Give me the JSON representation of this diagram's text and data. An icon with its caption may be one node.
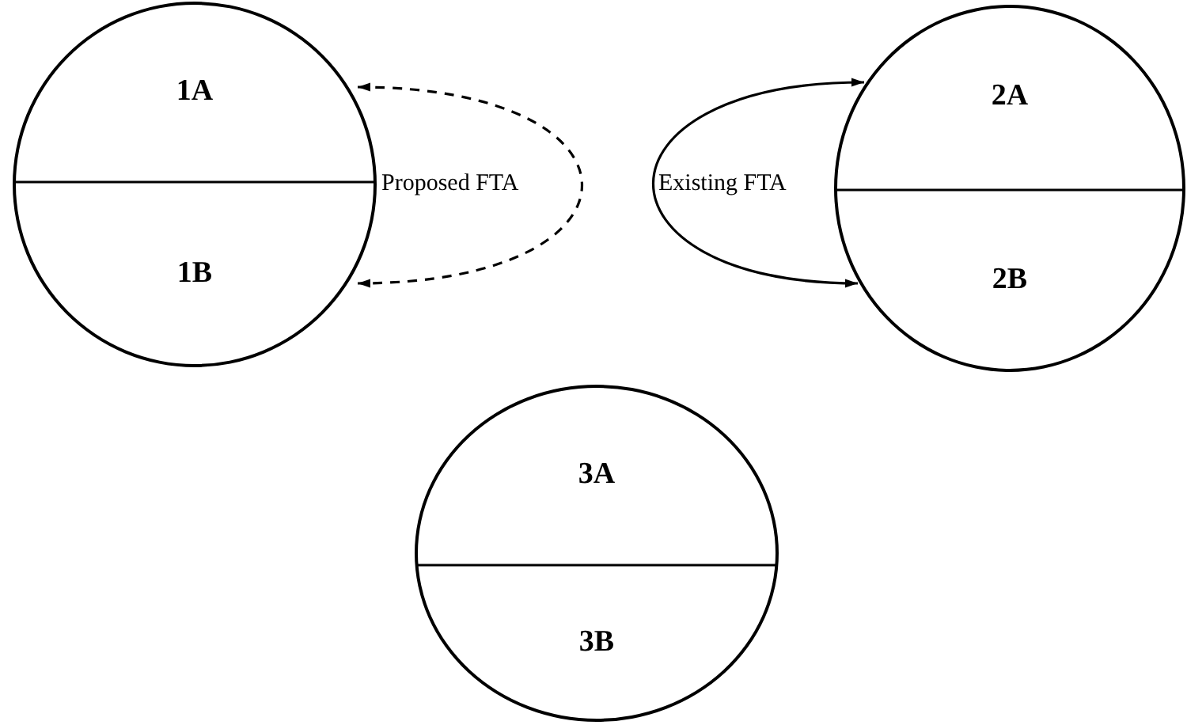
{
  "diagram": {
    "nodes": [
      {
        "text": [],
        "shape": "circle"
      },
      {
        "text": [
          "1A"
        ],
        "in": 0
      },
      {
        "text": [
          "1B"
        ],
        "in": 0
      },
      {
        "text": [],
        "shape": "circle"
      },
      {
        "text": [
          "2A"
        ],
        "in": 3
      },
      {
        "text": [
          "2B"
        ],
        "in": 3
      },
      {
        "text": [],
        "shape": "circle"
      },
      {
        "text": [
          "3A"
        ],
        "in": 6
      },
      {
        "text": [
          "3B"
        ],
        "in": 6
      }
    ],
    "edges": [
      {
        "from": 1,
        "to": 2,
        "arrow": "both",
        "style": "dashed",
        "label": "Proposed FTA"
      },
      {
        "from": 4,
        "to": 5,
        "arrow": "both",
        "label": "Existing FTA"
      }
    ]
  }
}
